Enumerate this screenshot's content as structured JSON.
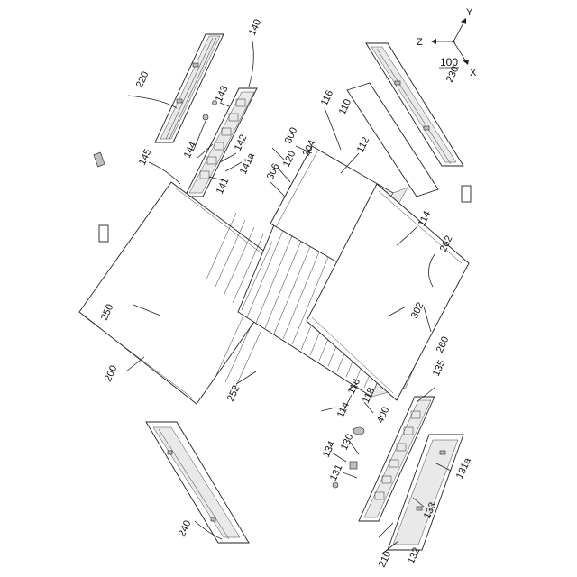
{
  "figure": {
    "reference": "100",
    "axes": {
      "x": "X",
      "y": "Y",
      "z": "Z"
    },
    "labels": {
      "l100": "100",
      "l110": "110",
      "l112": "112",
      "l114": "114",
      "l116": "116",
      "l116b": "116",
      "l118": "118",
      "l120": "120",
      "l130": "130",
      "l131": "131",
      "l131a": "131a",
      "l132": "132",
      "l133": "133",
      "l134": "134",
      "l135": "135",
      "l140": "140",
      "l141": "141",
      "l141a": "141a",
      "l142": "142",
      "l143": "143",
      "l144": "144",
      "l145": "145",
      "l200": "200",
      "l210": "210",
      "l220": "220",
      "l230": "230",
      "l240": "240",
      "l250": "250",
      "l252": "252",
      "l260": "260",
      "l262": "262",
      "l300": "300",
      "l302": "302",
      "l304": "304",
      "l306": "306",
      "l400": "400",
      "l114b": "114"
    }
  }
}
